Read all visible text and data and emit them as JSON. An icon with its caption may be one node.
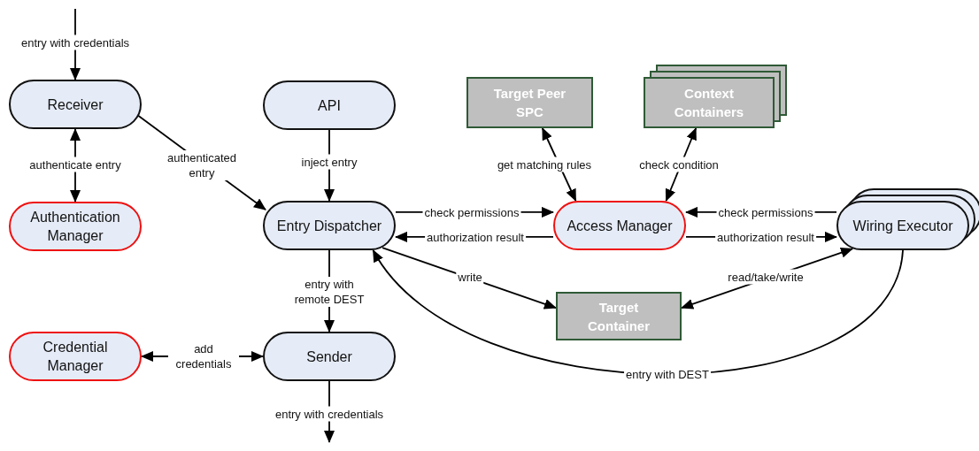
{
  "diagram": {
    "nodes": [
      {
        "text": [
          "Receiver"
        ]
      },
      {
        "text": [
          "Authentication Manager"
        ]
      },
      {
        "text": [
          "API"
        ]
      },
      {
        "text": [
          "Entry Dispatcher"
        ]
      },
      {
        "text": [
          "Target Peer SPC"
        ]
      },
      {
        "text": [
          "Context Containers"
        ]
      },
      {
        "text": [
          "Access Manager"
        ]
      },
      {
        "text": [
          "Wiring Executor"
        ]
      },
      {
        "text": [
          "Credential Manager"
        ]
      },
      {
        "text": [
          "Sender"
        ]
      },
      {
        "text": [
          "Target Container"
        ]
      }
    ],
    "edges": [
      {
        "from": null,
        "to": 0,
        "arrow": "to",
        "label": "entry with credentials"
      },
      {
        "from": 0,
        "to": 1,
        "arrow": "both",
        "label": "authenticate entry"
      },
      {
        "from": 0,
        "to": 3,
        "arrow": "to",
        "label": "authenticated entry"
      },
      {
        "from": 2,
        "to": 3,
        "arrow": "to",
        "label": "inject entry"
      },
      {
        "from": 3,
        "to": 6,
        "arrow": "to",
        "label": "check permissions"
      },
      {
        "from": 6,
        "to": 3,
        "arrow": "to",
        "label": "authorization result"
      },
      {
        "from": 6,
        "to": 4,
        "arrow": "both",
        "label": "get matching rules"
      },
      {
        "from": 6,
        "to": 5,
        "arrow": "both",
        "label": "check condition"
      },
      {
        "from": 7,
        "to": 6,
        "arrow": "to",
        "label": "check permissions"
      },
      {
        "from": 6,
        "to": 7,
        "arrow": "to",
        "label": "authorization result"
      },
      {
        "from": 3,
        "to": 10,
        "arrow": "to",
        "label": "write"
      },
      {
        "from": 7,
        "to": 10,
        "arrow": "both",
        "label": "read/take/write"
      },
      {
        "from": 7,
        "to": 3,
        "arrow": "to",
        "label": "entry with DEST"
      },
      {
        "from": 3,
        "to": 9,
        "arrow": "to",
        "label": "entry with remote DEST"
      },
      {
        "from": 9,
        "to": 8,
        "arrow": "both",
        "label": "add credentials"
      },
      {
        "from": 9,
        "to": null,
        "arrow": "to",
        "label": "entry with credentials"
      }
    ]
  }
}
